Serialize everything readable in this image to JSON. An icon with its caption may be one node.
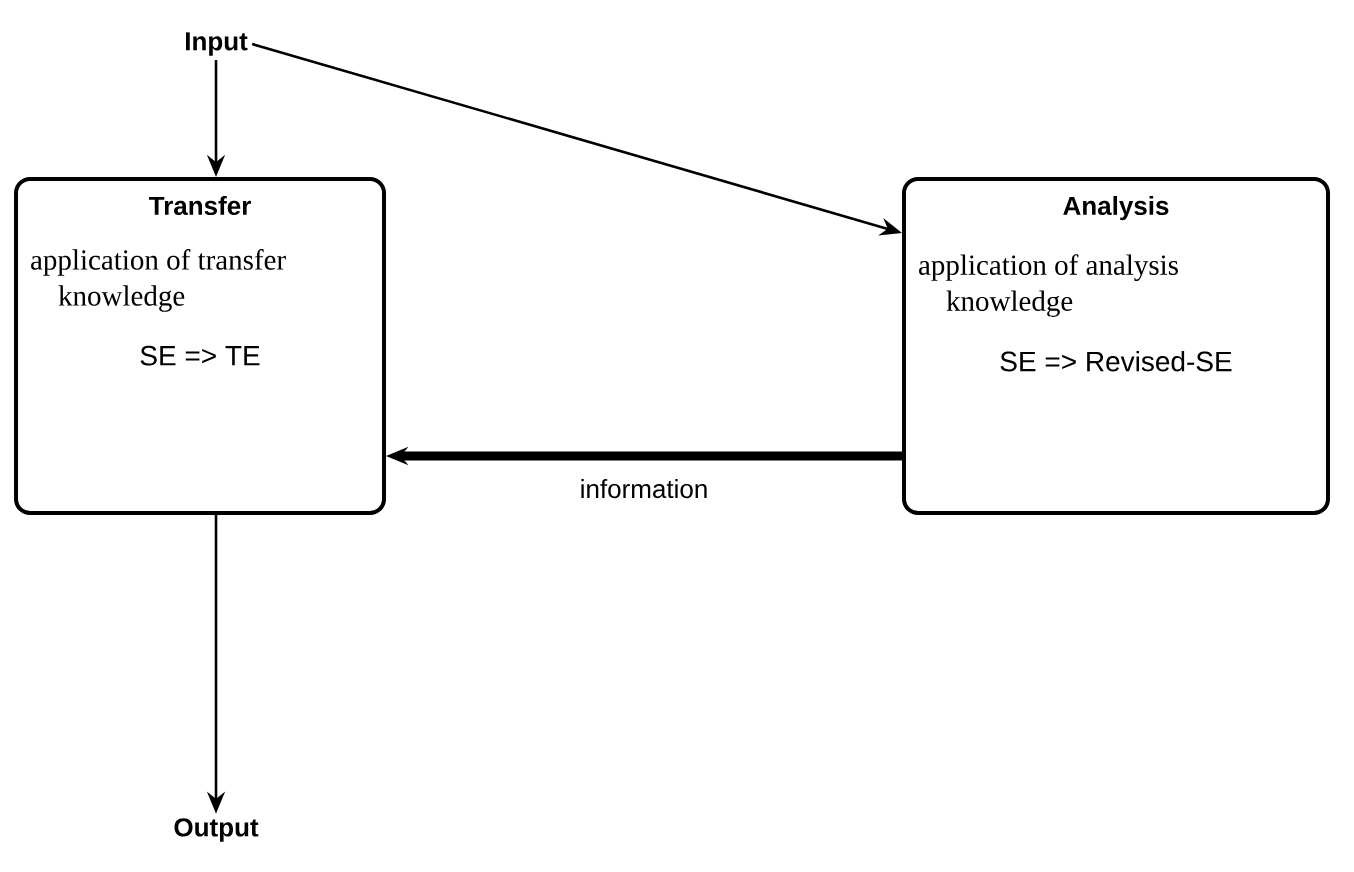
{
  "diagram": {
    "nodes": [
      {
        "text": [
          "Input"
        ]
      },
      {
        "text": [
          "Transfer",
          "application of transfer knowledge",
          "SE => TE"
        ]
      },
      {
        "text": [
          "Analysis",
          "application of analysis knowledge",
          "SE => Revised-SE"
        ]
      },
      {
        "text": [
          "Output"
        ]
      }
    ],
    "edges": [
      {
        "from": 0,
        "to": 1,
        "arrow": "to"
      },
      {
        "from": 0,
        "to": 2,
        "arrow": "to"
      },
      {
        "from": 2,
        "to": 1,
        "arrow": "to",
        "label": "information",
        "style": "thick"
      },
      {
        "from": 1,
        "to": 3,
        "arrow": "to"
      }
    ]
  }
}
